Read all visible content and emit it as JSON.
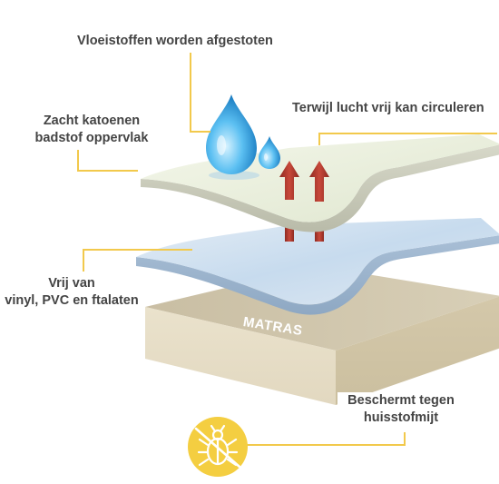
{
  "labels": {
    "liquids": "Vloeistoffen worden afgestoten",
    "air": "Terwijl lucht vrij kan circuleren",
    "cotton": [
      "Zacht katoenen",
      "badstof oppervlak"
    ],
    "vinyl": [
      "Vrij van",
      "vinyl, PVC en ftalaten"
    ],
    "mites": [
      "Beschermt tegen",
      "huisstofmijt"
    ]
  },
  "mattress_label": "MATRAS",
  "icons": [
    "water-drop-icon",
    "air-flow-arrow-icon",
    "no-dust-mite-icon"
  ],
  "colors": {
    "accent_yellow": "#f2c94c",
    "arrow_red": "#b23a2e",
    "top_layer": "#e9efde",
    "middle_layer": "#cfe0ef",
    "mattress": "#d9d0b8",
    "water": "#3aa3e0"
  }
}
